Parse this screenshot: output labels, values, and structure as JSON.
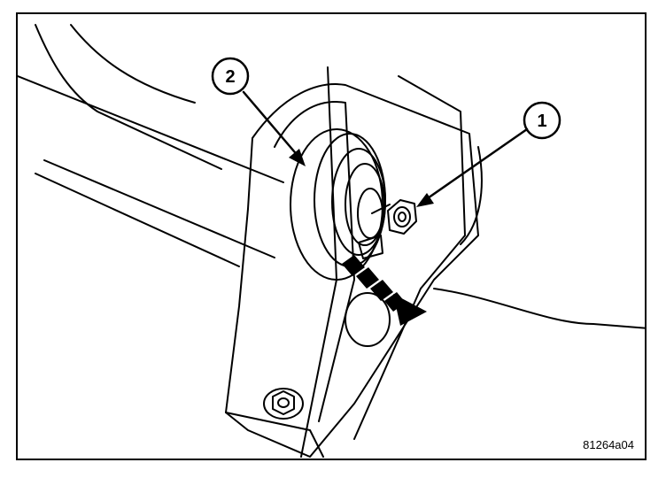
{
  "figure": {
    "id_text": "81264a04",
    "line_color": "#000000",
    "background": "#ffffff"
  },
  "callouts": [
    {
      "label": "1"
    },
    {
      "label": "2"
    }
  ],
  "icons": [
    "bolt-icon",
    "pulley-icon",
    "direction-arrow-icon"
  ]
}
